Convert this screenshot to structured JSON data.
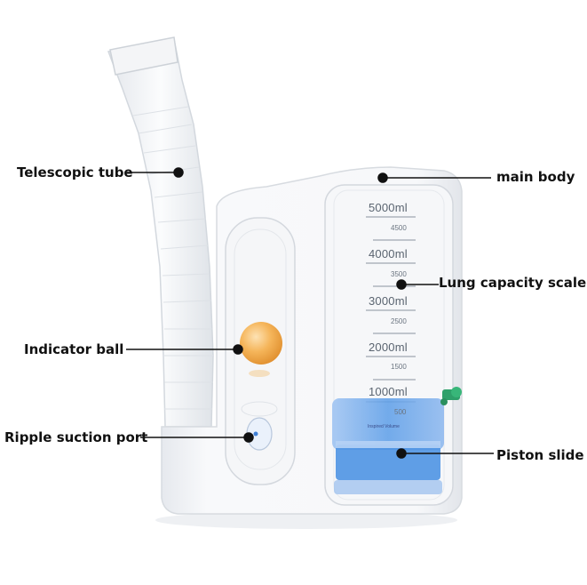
{
  "labels": {
    "telescopic_tube": "Telescopic tube",
    "main_body": "main body",
    "lung_capacity_scale": "Lung capacity scale",
    "indicator_ball": "Indicator ball",
    "ripple_suction_port": "Ripple suction port",
    "piston_slide": "Piston slide"
  },
  "scale": {
    "major": [
      "5000ml",
      "4000ml",
      "3000ml",
      "2000ml",
      "1000ml"
    ],
    "minor": [
      "4500",
      "3500",
      "2500",
      "1500",
      "500"
    ],
    "inspired_volume": "Inspired Volume"
  },
  "colors": {
    "piston": "#5b9de8",
    "ball": "#f2a640",
    "valve": "#2ea06a",
    "label_line": "#111111"
  }
}
